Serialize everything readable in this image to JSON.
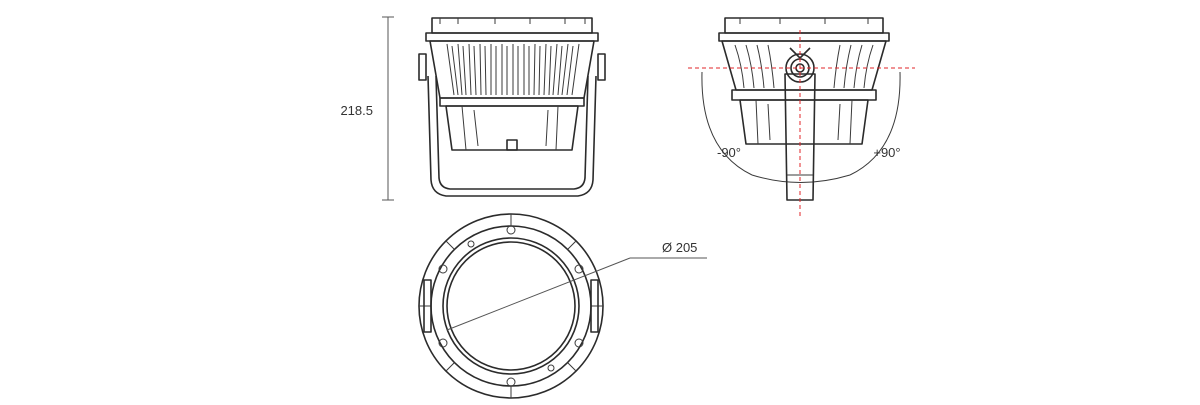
{
  "dimensions": {
    "height_label": "218.5",
    "diameter_label": "Ø 205",
    "tilt_left_label": "-90°",
    "tilt_right_label": "+90°"
  },
  "colors": {
    "line": "#2b2b2b",
    "axis": "#e0252a",
    "text": "#333333"
  }
}
